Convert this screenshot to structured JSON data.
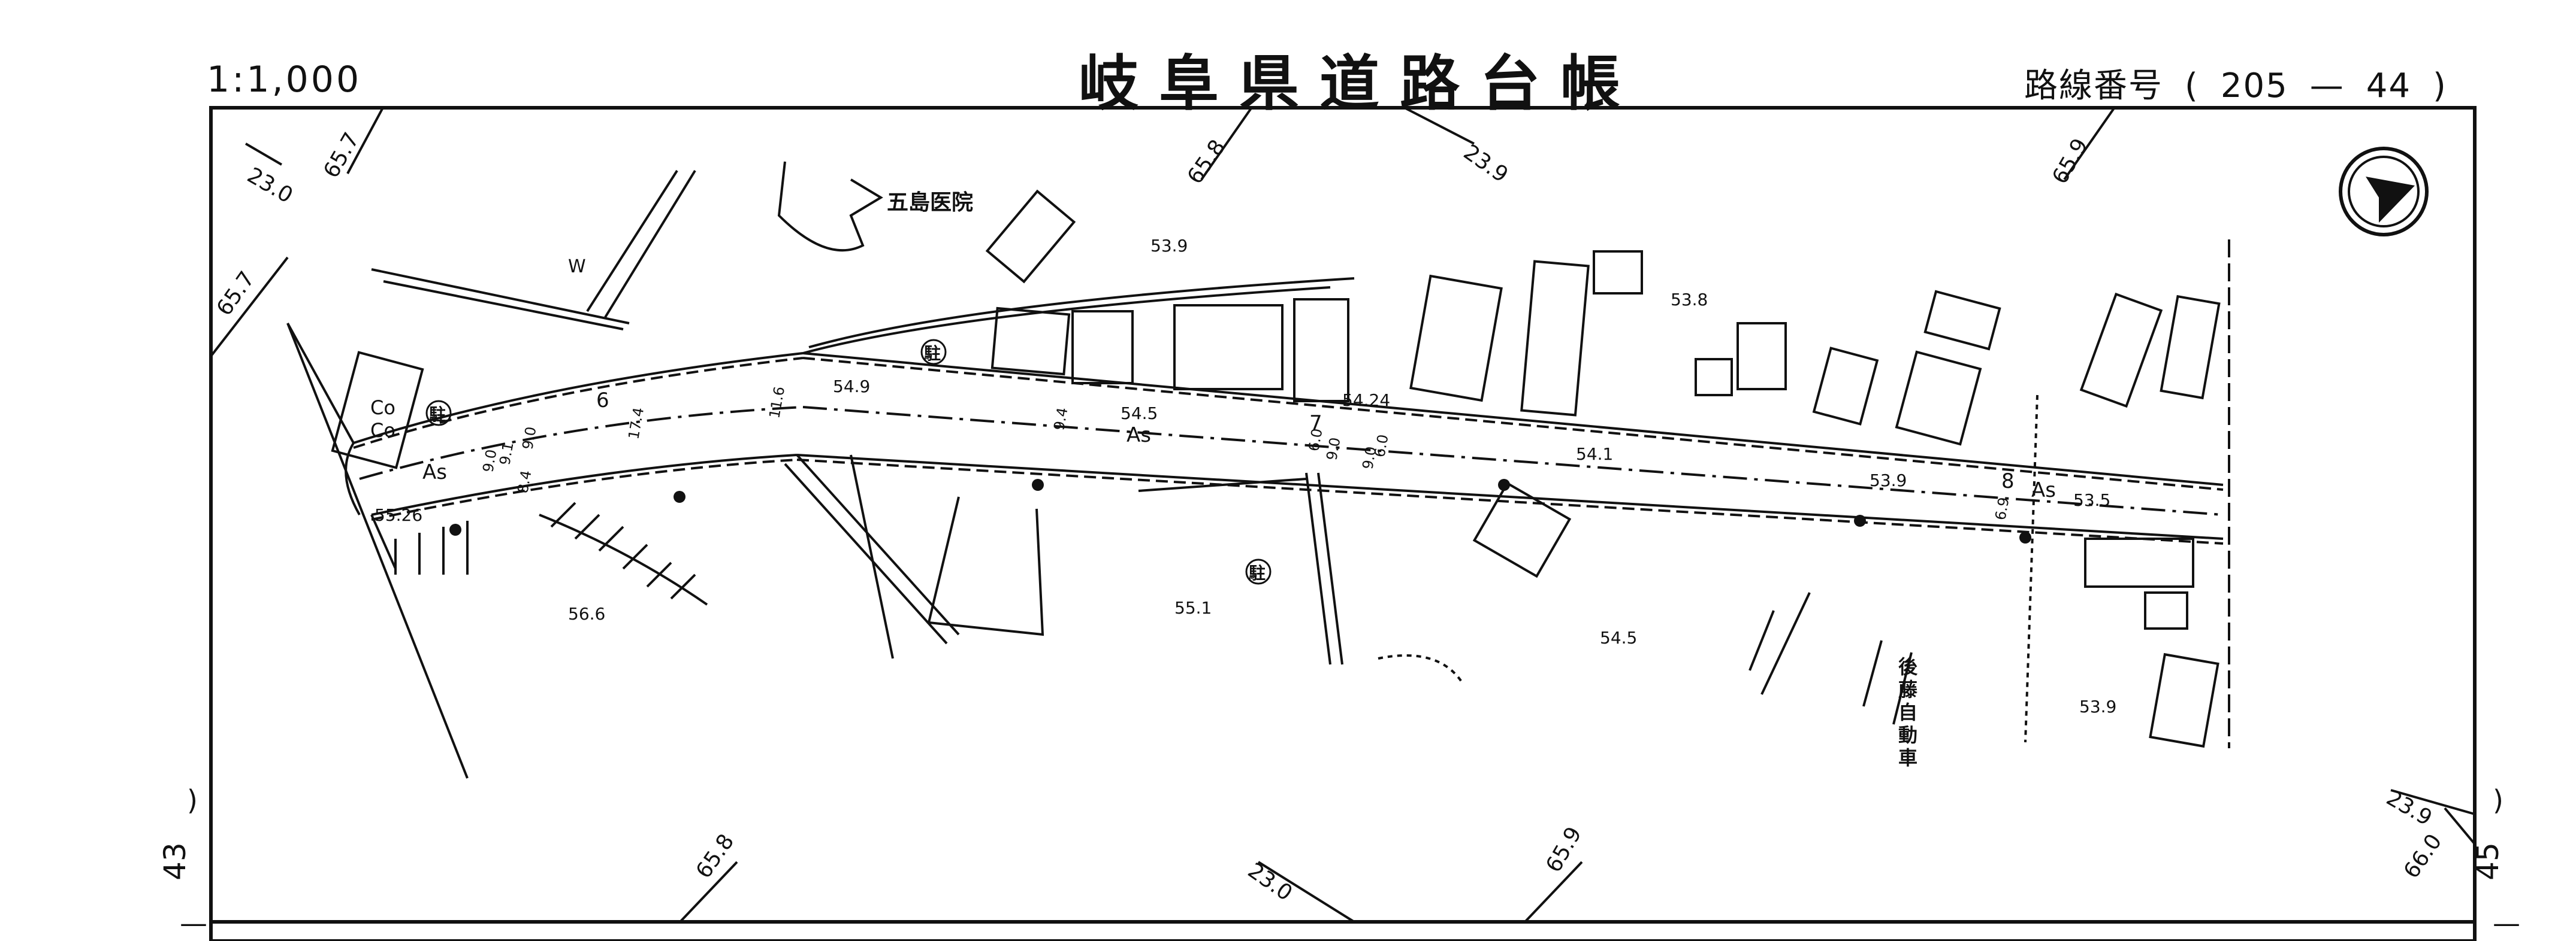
{
  "header": {
    "scale": "1:1,000",
    "title": "岐阜県道路台帳",
    "route_label": "路線番号",
    "route_open": "(",
    "route_number_a": "205",
    "route_dash": "—",
    "route_number_b": "44",
    "route_close": ")"
  },
  "sheet_edges": {
    "left_number": "43",
    "right_number": "45",
    "left_dash": "—",
    "right_dash": "—",
    "paren_left": ")",
    "paren_right": ")"
  },
  "grid_labels": {
    "top_left_a": "23.0",
    "top_left_b": "65.7",
    "left_side": "65.7",
    "top_mid_a": "65.8",
    "top_mid_b": "23.9",
    "top_right": "65.9",
    "bottom_left": "65.8",
    "bottom_mid_a": "23.0",
    "bottom_mid_b": "65.9",
    "bottom_right_a": "23.9",
    "bottom_right_b": "66.0"
  },
  "place_names": {
    "clinic": "五島医院",
    "garage": "後藤自動車",
    "coco": "Co Co",
    "coco_line1": "Co",
    "coco_line2": "Co",
    "water_mark": "W",
    "parking_1": "駐",
    "parking_2": "駐",
    "parking_3": "駐"
  },
  "elevations": [
    "53.9",
    "53.8",
    "54.9",
    "54.5",
    "54.24",
    "54.1",
    "53.9",
    "53.5",
    "55.26",
    "56.6",
    "55.1",
    "54.5",
    "53.9"
  ],
  "road_labels": {
    "surface_1": "As",
    "surface_2": "As",
    "surface_3": "As",
    "section_6": "6",
    "section_7": "7",
    "section_8": "8"
  },
  "widths": [
    "11.6",
    "17.4",
    "9.0",
    "9.1",
    "8.4",
    "9.0",
    "9.4",
    "9.0",
    "9.0",
    "6.9",
    "6.0",
    "6.0"
  ]
}
